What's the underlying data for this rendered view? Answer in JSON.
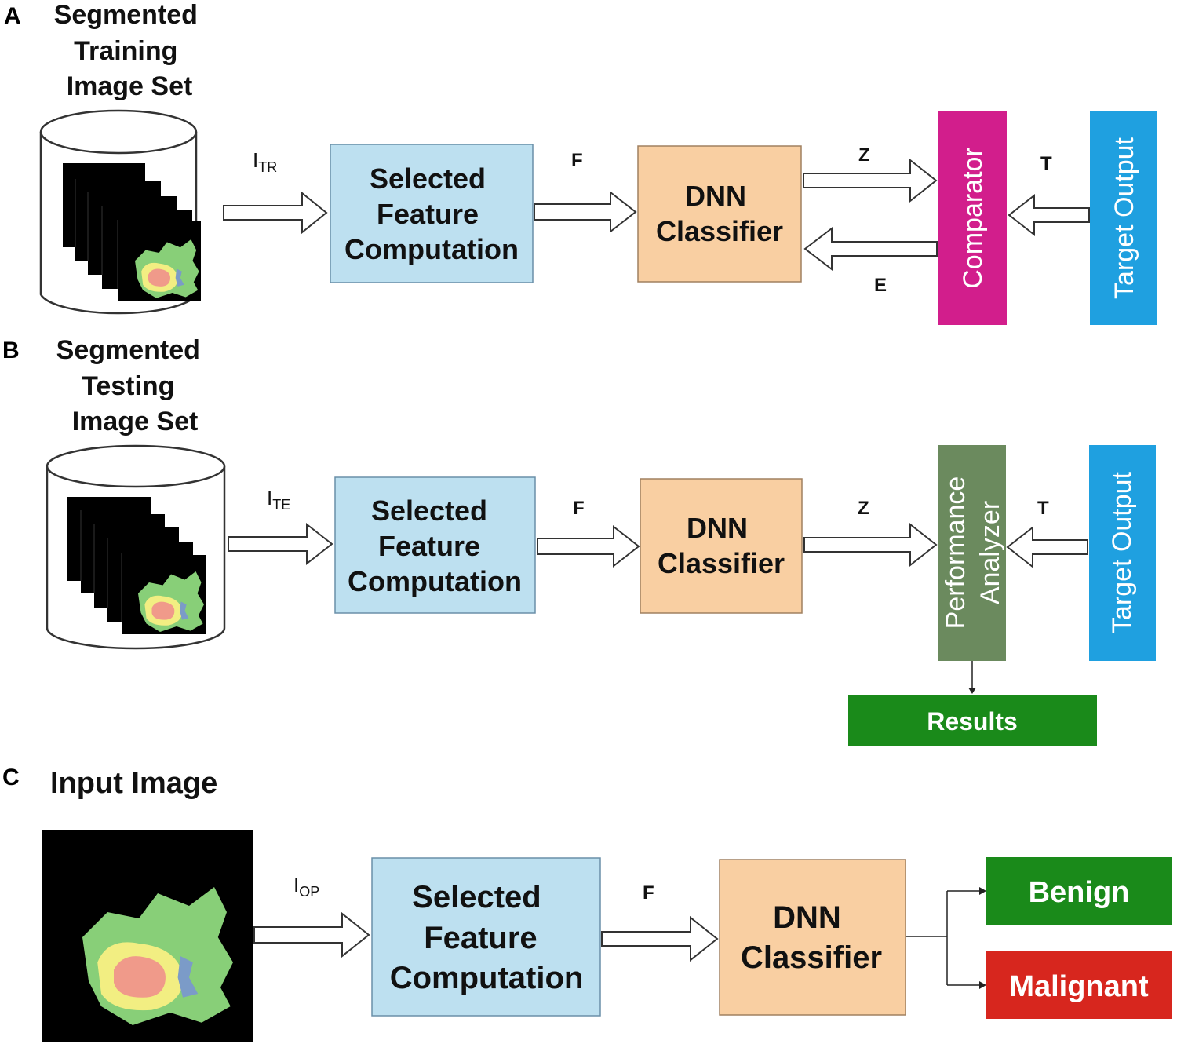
{
  "panel_a": {
    "letter": "A",
    "dataset_title": [
      "Segmented",
      "Training",
      "Image Set"
    ],
    "input_label": "I",
    "input_sub": "TR",
    "feature_box": [
      "Selected",
      "Feature",
      "Computation"
    ],
    "f_label": "F",
    "classifier_box": [
      "DNN",
      "Classifier"
    ],
    "z_label": "Z",
    "e_label": "E",
    "comparator": "Comparator",
    "t_label": "T",
    "target": "Target Output"
  },
  "panel_b": {
    "letter": "B",
    "dataset_title": [
      "Segmented",
      "Testing",
      "Image Set"
    ],
    "input_label": "I",
    "input_sub": "TE",
    "feature_box": [
      "Selected",
      "Feature",
      "Computation"
    ],
    "f_label": "F",
    "classifier_box": [
      "DNN",
      "Classifier"
    ],
    "z_label": "Z",
    "analyzer": [
      "Performance",
      "Analyzer"
    ],
    "t_label": "T",
    "target": "Target Output",
    "results": "Results"
  },
  "panel_c": {
    "letter": "C",
    "input_title": "Input Image",
    "input_label": "I",
    "input_sub": "OP",
    "feature_box": [
      "Selected",
      "Feature",
      "Computation"
    ],
    "f_label": "F",
    "classifier_box": [
      "DNN",
      "Classifier"
    ],
    "benign": "Benign",
    "malignant": "Malignant"
  },
  "colors": {
    "feature_box": "#bde0f0",
    "classifier_box": "#f9cfa2",
    "comparator": "#d21e8c",
    "target_output": "#1fa0e0",
    "performance_analyzer": "#6b8a5e",
    "results": "#1a8a1a",
    "benign": "#1a8a1a",
    "malignant": "#d7261e",
    "tumor_outer": "#88cf78",
    "tumor_mid": "#f2ee82",
    "tumor_core": "#f09a8a",
    "tumor_edema": "#7b9bc8"
  }
}
